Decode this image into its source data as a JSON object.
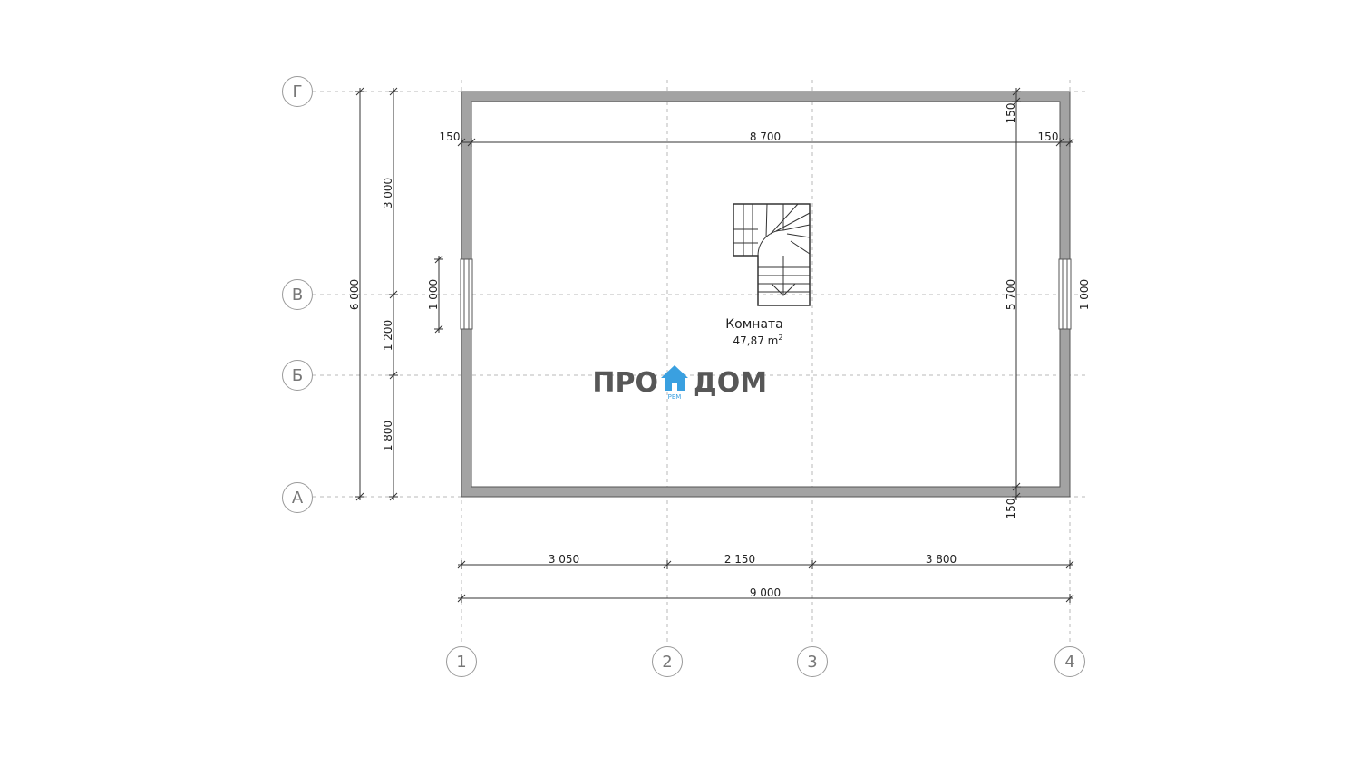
{
  "plan": {
    "room": {
      "name": "Комната",
      "area": "47,87 m",
      "area_sup": "2"
    },
    "axes_letters": [
      "А",
      "Б",
      "В",
      "Г"
    ],
    "axes_numbers": [
      "1",
      "2",
      "3",
      "4"
    ],
    "dims": {
      "bottom_segments": [
        "3 050",
        "2 150",
        "3 800"
      ],
      "bottom_total": "9 000",
      "left_total": "6 000",
      "left_segments": [
        "3 000",
        "1 200",
        "1 800"
      ],
      "left_window": "1 000",
      "inner_width": "8 700",
      "wall_left": "150",
      "wall_right": "150",
      "wall_top": "150",
      "wall_bottom": "150",
      "inner_height": "5 700",
      "right_window": "1 000"
    },
    "logo": {
      "left": "ПРО",
      "right": "ДОМ",
      "sub": "РЕМ"
    },
    "colors": {
      "wall": "#9a9a9a",
      "axis": "#b0b0b0",
      "logo_blue": "#3aa0e0",
      "logo_gray": "#575757"
    }
  }
}
